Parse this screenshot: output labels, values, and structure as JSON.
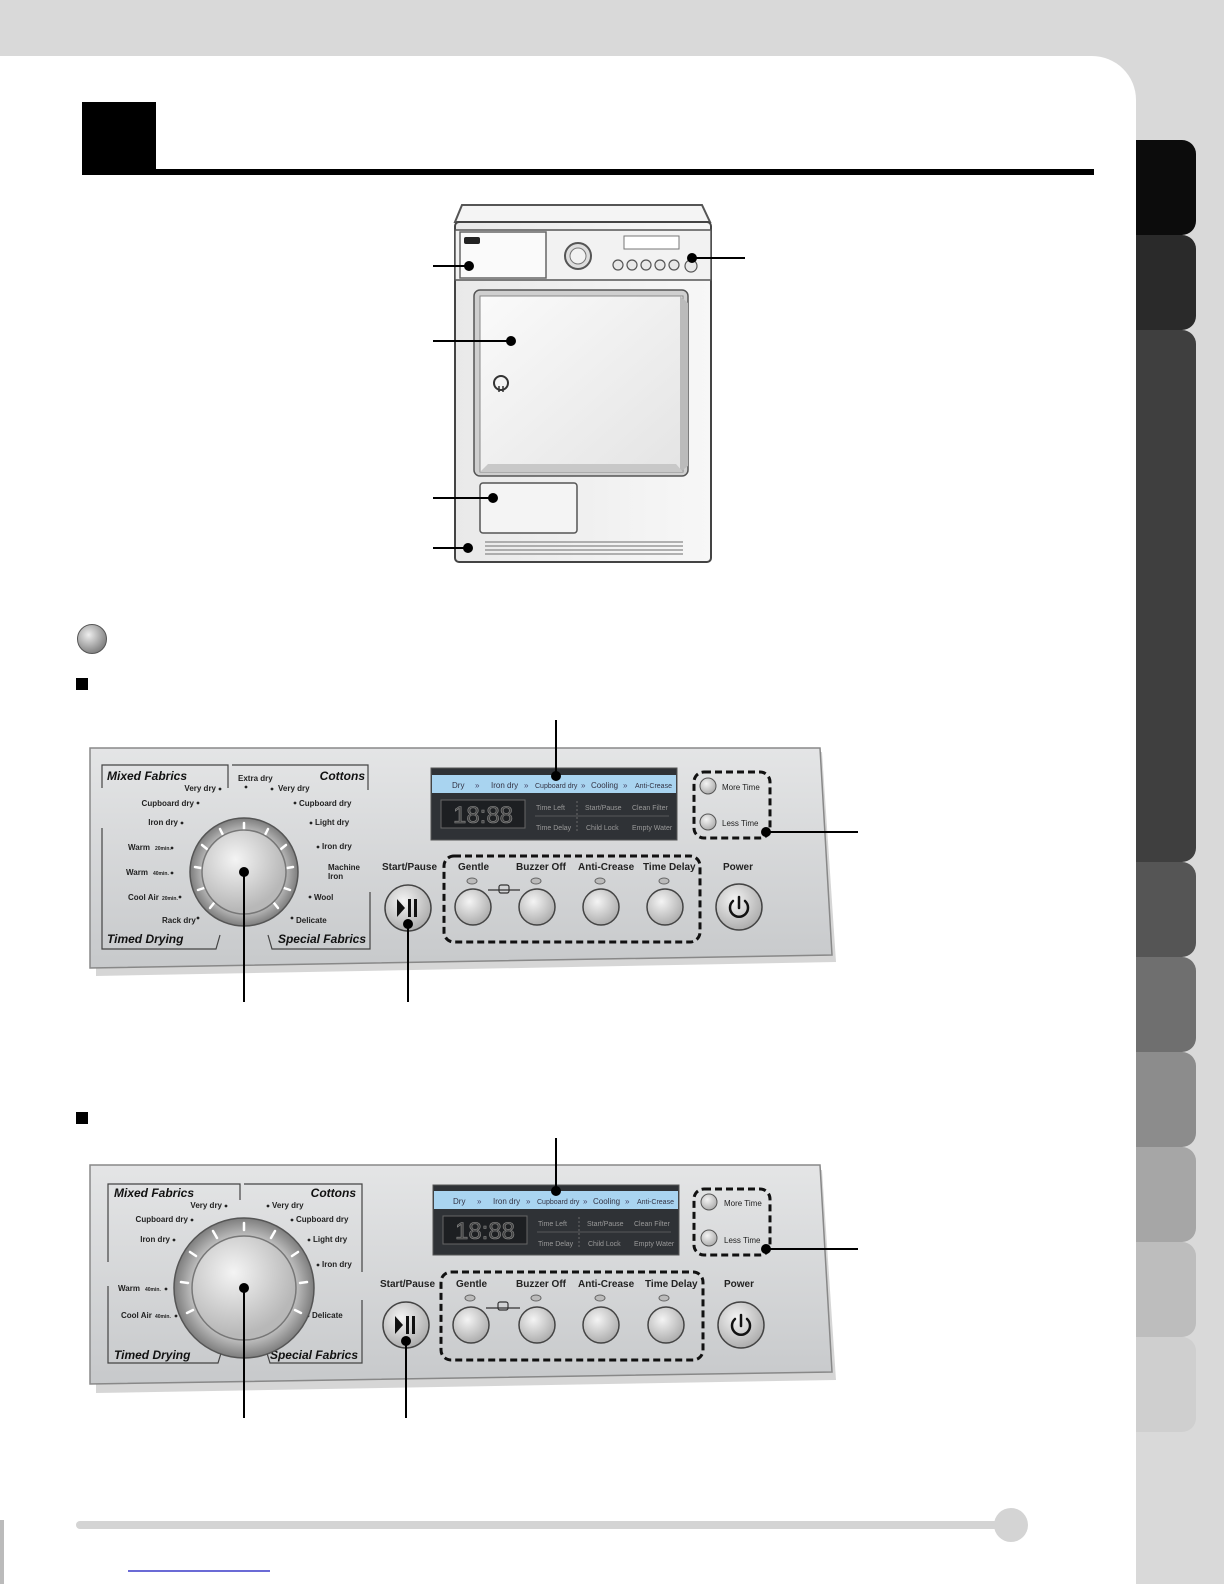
{
  "panel_a": {
    "mixed_fabrics": "Mixed Fabrics",
    "cottons": "Cottons",
    "timed_drying": "Timed Drying",
    "special_fabrics": "Special Fabrics",
    "labels": {
      "very_dry_left": "Very dry",
      "extra_dry": "Extra dry",
      "very_dry_right": "Very dry",
      "cupboard_dry_left": "Cupboard dry",
      "cupboard_dry_right": "Cupboard dry",
      "iron_dry_left": "Iron dry",
      "light_dry": "Light dry",
      "iron_dry_right": "Iron dry",
      "warm_20": "Warm",
      "warm_20_sub": "20min.",
      "warm_40": "Warm",
      "warm_40_sub": "40min.",
      "cool_air": "Cool Air",
      "cool_air_sub": "20min.",
      "rack_dry": "Rack dry",
      "machine": "Machine",
      "iron": "Iron",
      "wool": "Wool",
      "delicate": "Delicate"
    }
  },
  "panel_b": {
    "mixed_fabrics": "Mixed Fabrics",
    "cottons": "Cottons",
    "timed_drying": "Timed Drying",
    "special_fabrics": "Special Fabrics",
    "labels": {
      "very_dry_left": "Very dry",
      "very_dry_right": "Very dry",
      "cupboard_dry_left": "Cupboard dry",
      "cupboard_dry_right": "Cupboard dry",
      "iron_dry_left": "Iron dry",
      "light_dry": "Light dry",
      "iron_dry_right": "Iron dry",
      "warm": "Warm",
      "warm_sub": "40min.",
      "cool_air": "Cool Air",
      "cool_air_sub": "40min.",
      "delicate": "Delicate"
    }
  },
  "display": {
    "seq_dry": "Dry",
    "seq_iron_dry": "Iron dry",
    "seq_cupboard_dry": "Cupboard dry",
    "seq_cooling": "Cooling",
    "seq_anti_crease": "Anti-Crease",
    "digits": "18:88",
    "time_left": "Time Left",
    "time_delay": "Time Delay",
    "start_pause": "Start/Pause",
    "child_lock": "Child Lock",
    "clean_filter": "Clean Filter",
    "empty_water": "Empty Water"
  },
  "controls": {
    "more_time": "More Time",
    "less_time": "Less Time",
    "start_pause": "Start/Pause",
    "gentle": "Gentle",
    "buzzer_off": "Buzzer Off",
    "anti_crease": "Anti-Crease",
    "time_delay": "Time Delay",
    "power": "Power"
  },
  "icons": {
    "play_pause": "play-pause-icon",
    "power": "power-icon",
    "child_lock": "lock-icon",
    "door_hand": "hand-icon"
  },
  "colors": {
    "display_strip": "#a9d4f0",
    "display_bg": "#2f3236",
    "panel": "#d0d2d4"
  }
}
